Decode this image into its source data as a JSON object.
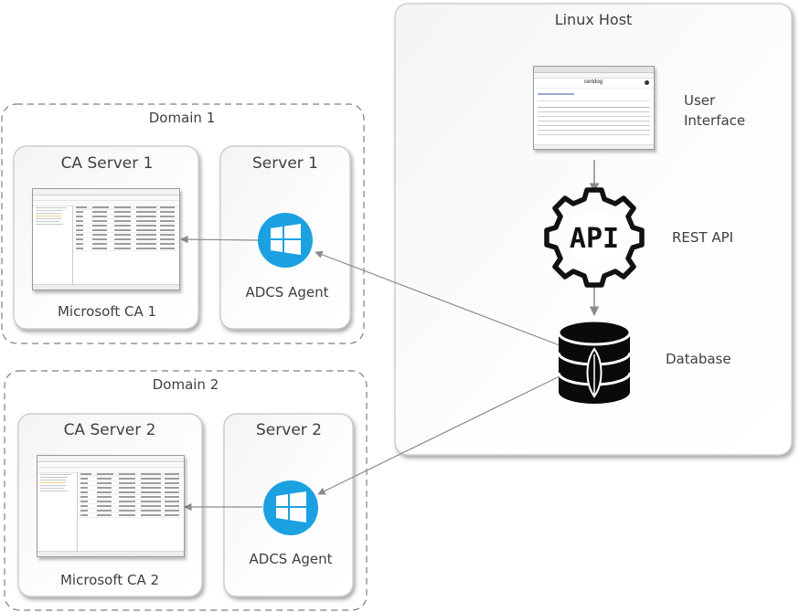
{
  "linux_host": {
    "title": "Linux Host",
    "ui_label_line1": "User",
    "ui_label_line2": "Interface",
    "api_icon_text": "API",
    "api_label": "REST API",
    "db_label": "Database",
    "browser_brand": "certdog"
  },
  "domain1": {
    "title": "Domain 1",
    "ca_server_title": "CA Server 1",
    "ca_caption": "Microsoft CA 1",
    "server_title": "Server 1",
    "agent_label": "ADCS Agent"
  },
  "domain2": {
    "title": "Domain 2",
    "ca_server_title": "CA Server 2",
    "ca_caption": "Microsoft CA 2",
    "server_title": "Server 2",
    "agent_label": "ADCS Agent"
  },
  "colors": {
    "windows_logo": "#1ba1e2",
    "panel_border": "#c6c6c6",
    "connector": "#8a8a8a"
  }
}
